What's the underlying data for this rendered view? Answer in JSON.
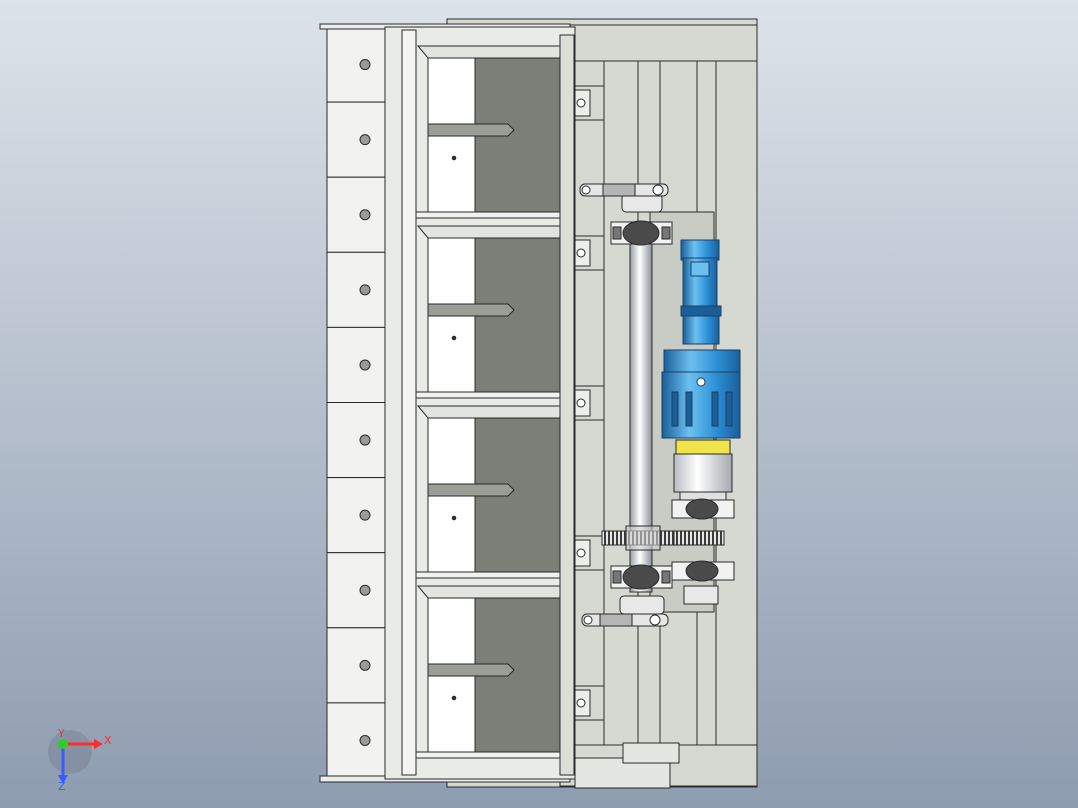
{
  "viewport": {
    "background_top": "#dde3ea",
    "background_bottom": "#8e9cb0"
  },
  "palette": {
    "frame_fill": "#d6d9d2",
    "panel_fill": "#f2f3f0",
    "outline": "#2a2a2a",
    "hopper_shadow": "#7c7f77",
    "hopper_light": "#ffffff",
    "motor_blue": "#2b8fd6",
    "motor_blue_light": "#6cc0f0",
    "motor_blue_dark": "#1a5f9a",
    "gear_dark": "#3b3b3b",
    "bearing_dark": "#4a4a4a",
    "accent_yellow": "#f0e44a"
  },
  "counts": {
    "hopper_bays": 4,
    "door_panels": 10
  },
  "triad": {
    "x_label": "X",
    "y_label": "Y",
    "z_label": "Z",
    "x_color": "#ff2a2a",
    "y_color": "#2ad12a",
    "z_color": "#3a5cff"
  }
}
